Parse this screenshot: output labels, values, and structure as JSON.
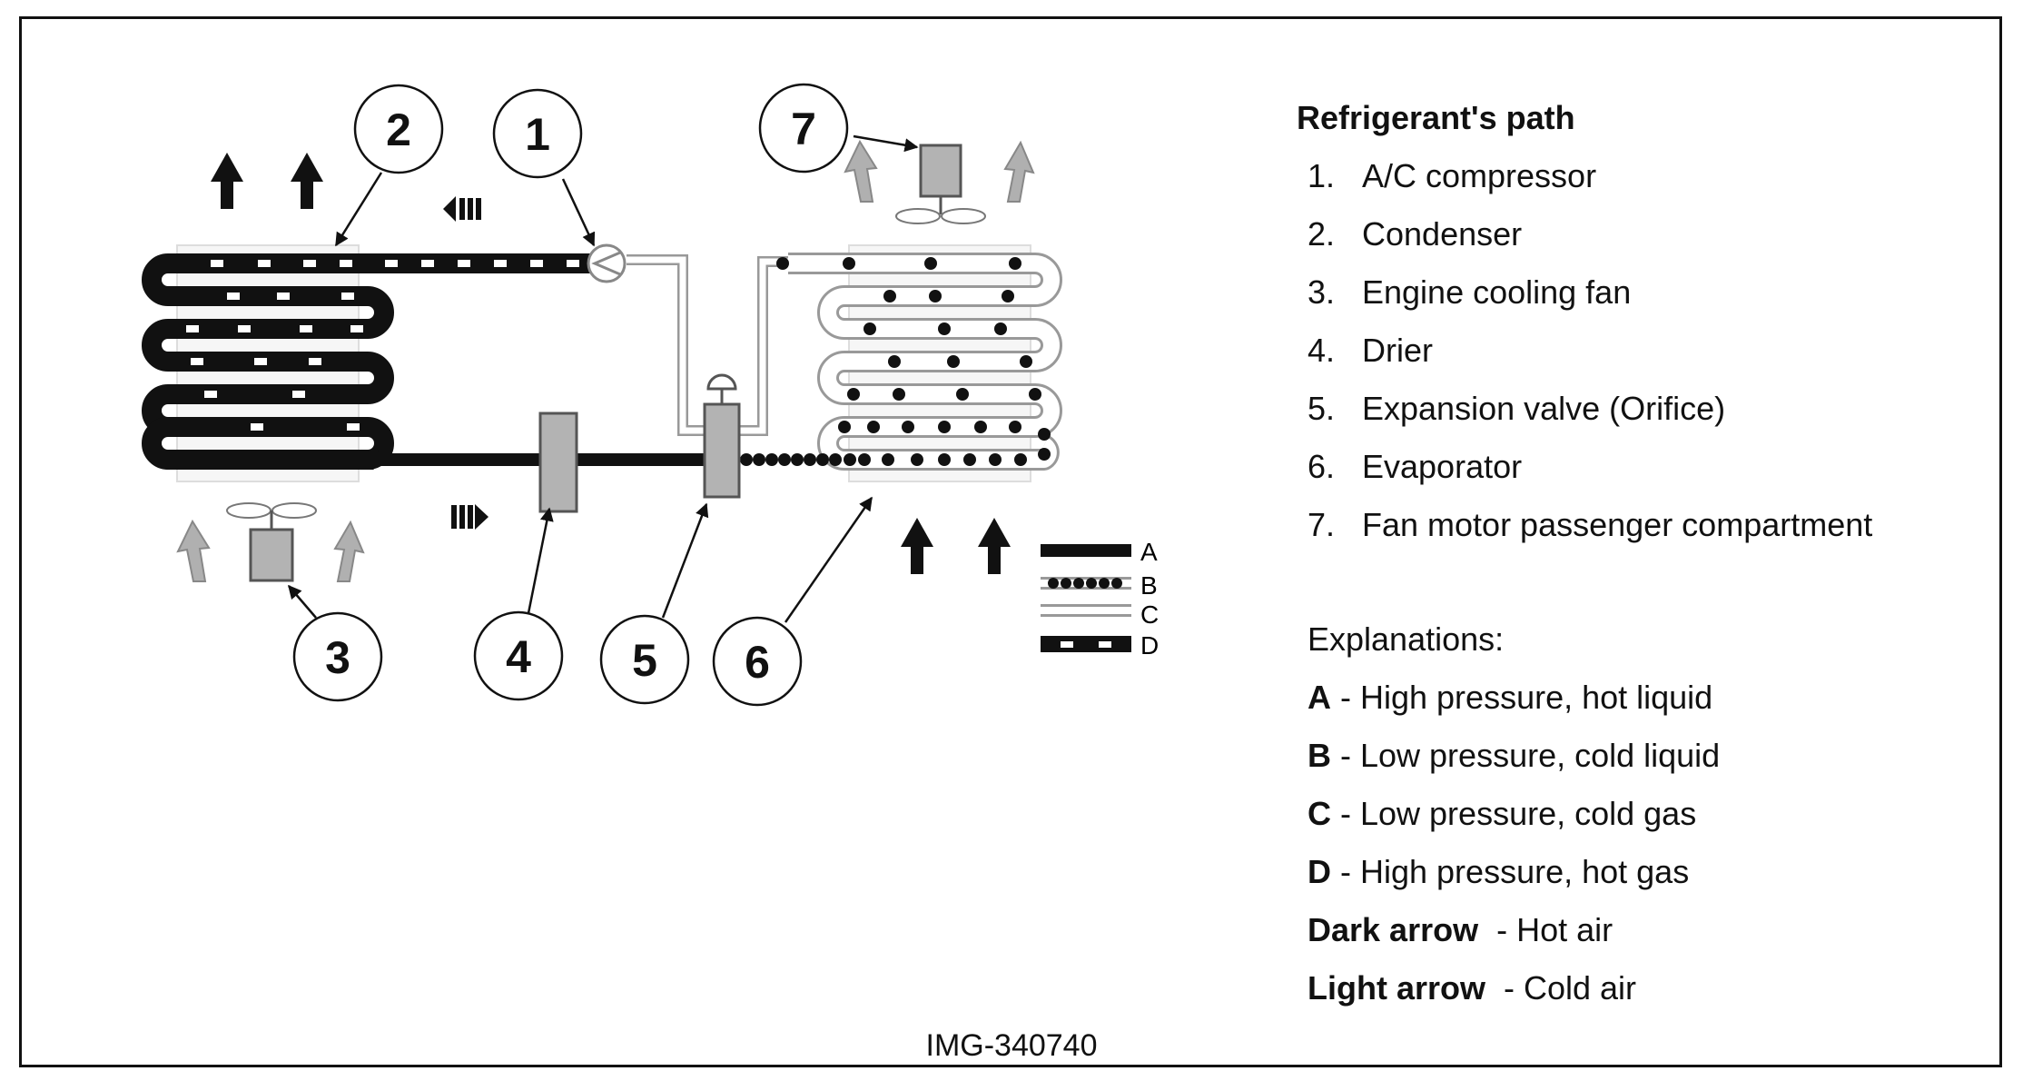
{
  "legend": {
    "title": "Refrigerant's path",
    "items": [
      {
        "num": "1.",
        "label": "A/C compressor"
      },
      {
        "num": "2.",
        "label": "Condenser"
      },
      {
        "num": "3.",
        "label": "Engine cooling fan"
      },
      {
        "num": "4.",
        "label": "Drier"
      },
      {
        "num": "5.",
        "label": "Expansion valve (Orifice)"
      },
      {
        "num": "6.",
        "label": "Evaporator"
      },
      {
        "num": "7.",
        "label": "Fan motor passenger compartment"
      }
    ],
    "explanations_title": "Explanations:",
    "explanations": [
      {
        "key": "A",
        "text": " - High pressure, hot liquid"
      },
      {
        "key": "B",
        "text": " - Low pressure, cold liquid"
      },
      {
        "key": "C",
        "text": " - Low pressure, cold gas"
      },
      {
        "key": "D",
        "text": " - High pressure, hot gas"
      },
      {
        "key": "Dark arrow",
        "text": "  - Hot air"
      },
      {
        "key": "Light arrow",
        "text": "  - Cold air"
      }
    ]
  },
  "callouts": [
    "1",
    "2",
    "3",
    "4",
    "5",
    "6",
    "7"
  ],
  "line_key": [
    "A",
    "B",
    "C",
    "D"
  ],
  "image_id": "IMG-340740",
  "colors": {
    "dark": "#111111",
    "component": "#b3b3b3",
    "light_arrow": "#b0b0b0",
    "outline": "#999999"
  }
}
